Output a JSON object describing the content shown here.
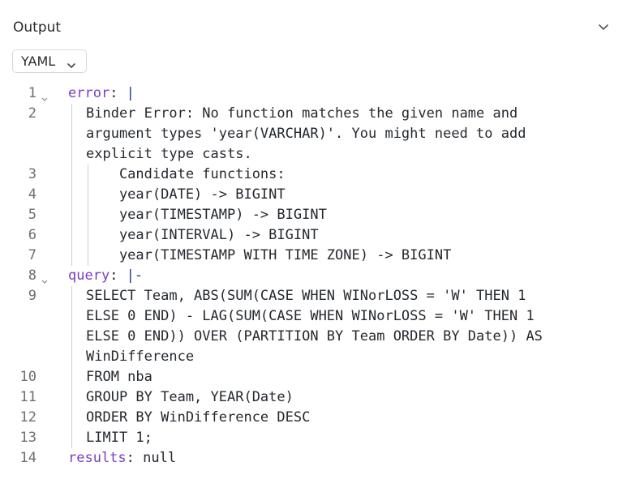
{
  "panel": {
    "title": "Output",
    "collapse_icon": "chevron-down-icon"
  },
  "format_select": {
    "value": "YAML",
    "icon": "chevron-down-icon"
  },
  "editor": {
    "lines": [
      {
        "num": "1",
        "key": "error",
        "rest": ": ",
        "bar": "|"
      },
      {
        "num": "2",
        "text": [
          "Binder Error: No function matches the given name and",
          "argument types 'year(VARCHAR)'. You might need to add",
          "explicit type casts."
        ]
      },
      {
        "num": "3",
        "text": [
          "    Candidate functions:"
        ]
      },
      {
        "num": "4",
        "text": [
          "    year(DATE) -> BIGINT"
        ]
      },
      {
        "num": "5",
        "text": [
          "    year(TIMESTAMP) -> BIGINT"
        ]
      },
      {
        "num": "6",
        "text": [
          "    year(INTERVAL) -> BIGINT"
        ]
      },
      {
        "num": "7",
        "text": [
          "    year(TIMESTAMP WITH TIME ZONE) -> BIGINT"
        ]
      },
      {
        "num": "8",
        "key": "query",
        "rest": ": ",
        "bar": "|-"
      },
      {
        "num": "9",
        "text": [
          "SELECT Team, ABS(SUM(CASE WHEN WINorLOSS = 'W' THEN 1",
          "ELSE 0 END) - LAG(SUM(CASE WHEN WINorLOSS = 'W' THEN 1",
          "ELSE 0 END)) OVER (PARTITION BY Team ORDER BY Date)) AS",
          "WinDifference"
        ]
      },
      {
        "num": "10",
        "text": [
          "FROM nba"
        ]
      },
      {
        "num": "11",
        "text": [
          "GROUP BY Team, YEAR(Date)"
        ]
      },
      {
        "num": "12",
        "text": [
          "ORDER BY WinDifference DESC"
        ]
      },
      {
        "num": "13",
        "text": [
          "LIMIT 1;"
        ]
      },
      {
        "num": "14",
        "key": "results",
        "rest": ": null"
      }
    ]
  }
}
